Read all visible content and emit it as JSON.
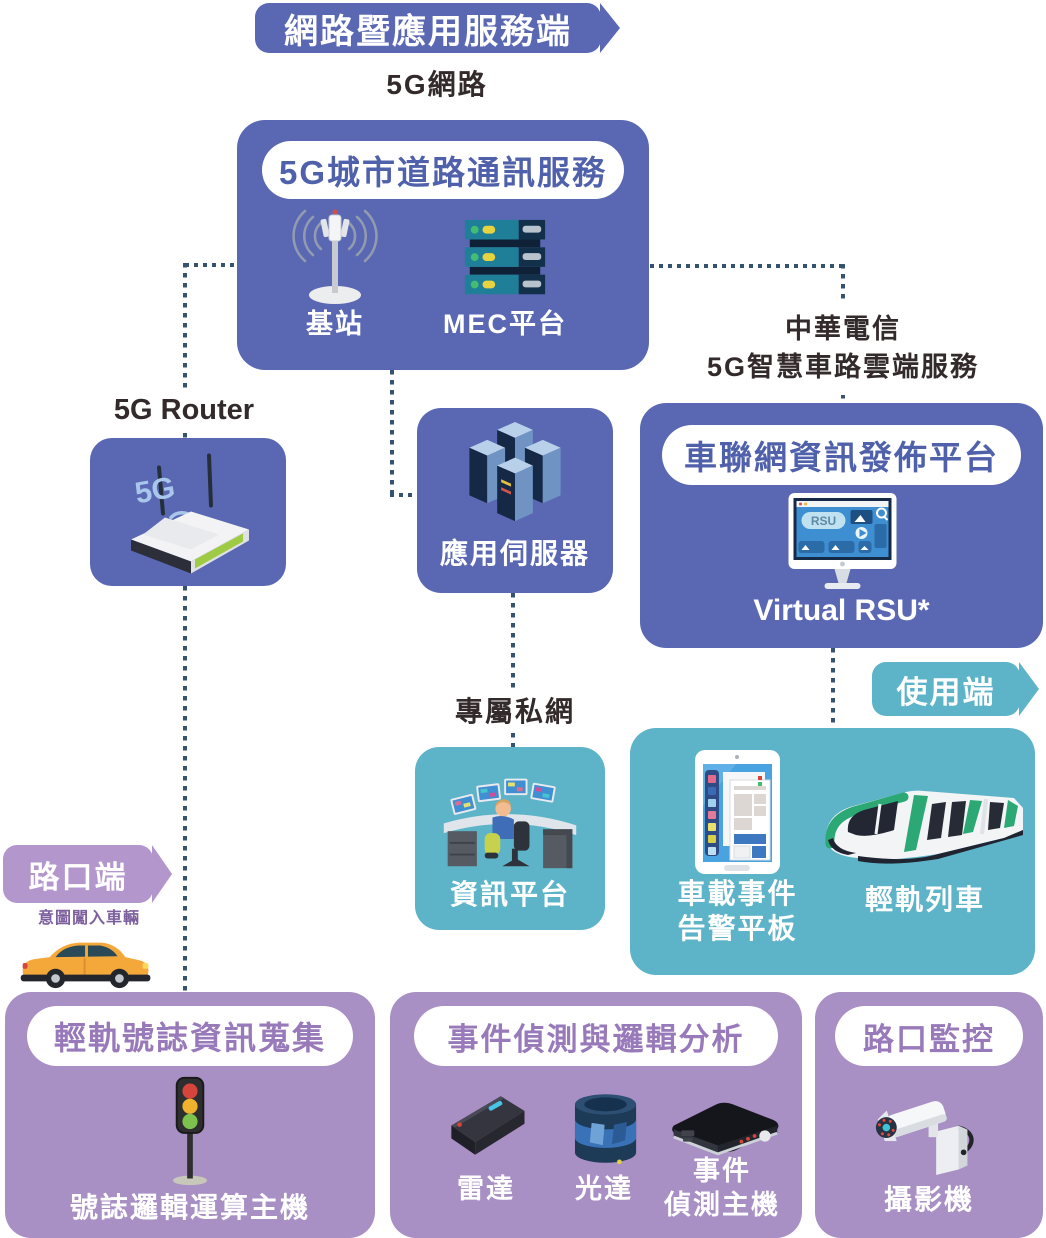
{
  "colors": {
    "box_blue": "#5a68b4",
    "box_teal": "#5db4c8",
    "box_purple": "#a88fc4",
    "banner_purple": "#b296cc",
    "pill_text_blue": "#5061ac",
    "pill_text_purple": "#9879ba",
    "dark_text": "#332a2b",
    "dotted_line": "#35536f",
    "intrude_text": "#7d5f9e"
  },
  "banners": {
    "top": "網路暨應用服務端",
    "user_side": "使用端",
    "intersection_side": "路口端"
  },
  "network_section": {
    "label": "5G網路",
    "box_title": "5G城市道路通訊服務",
    "base_station_label": "基站",
    "mec_label": "MEC平台"
  },
  "router_section": {
    "label": "5G Router",
    "device_text": "5G"
  },
  "app_server_section": {
    "label": "應用伺服器"
  },
  "cloud_section": {
    "provider_line1": "中華電信",
    "provider_line2": "5G智慧車路雲端服務",
    "box_title": "車聯網資訊發佈平台",
    "monitor_screen_text": "RSU",
    "caption": "Virtual RSU*"
  },
  "private_network": {
    "label": "專屬私網",
    "platform_label": "資訊平台"
  },
  "user_section": {
    "tablet_label_line1": "車載事件",
    "tablet_label_line2": "告警平板",
    "train_label": "輕軌列車"
  },
  "roadside_section": {
    "intruding_vehicle_label": "意圖闖入車輛",
    "signal_box_title": "輕軌號誌資訊蒐集",
    "signal_host_label": "號誌邏輯運算主機",
    "event_box_title": "事件偵測與邏輯分析",
    "radar_label": "雷達",
    "lidar_label": "光達",
    "event_host_label_line1": "事件",
    "event_host_label_line2": "偵測主機",
    "monitor_box_title": "路口監控",
    "camera_label": "攝影機"
  },
  "icons": [
    "base-station-icon",
    "mec-server-icon",
    "5g-router-icon",
    "server-racks-icon",
    "rsu-monitor-icon",
    "control-room-icon",
    "alert-tablet-icon",
    "light-rail-train-icon",
    "intruding-car-icon",
    "traffic-light-icon",
    "radar-icon",
    "lidar-icon",
    "event-host-icon",
    "cctv-camera-icon"
  ]
}
